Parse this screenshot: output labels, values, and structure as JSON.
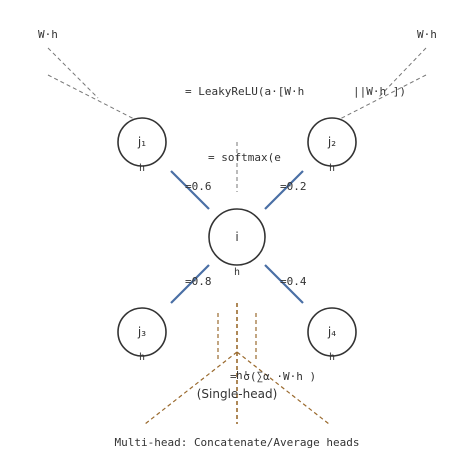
{
  "top_labels": {
    "left": "W·h",
    "right": "W·h"
  },
  "equations": {
    "leaky_relu_left": "= LeakyReLU(a·[W·h",
    "leaky_relu_right": "||W·h ])",
    "softmax": "= softmax(e",
    "softmax_close": ")"
  },
  "nodes": {
    "top_left": {
      "label": "j₁",
      "sub": "h"
    },
    "top_right": {
      "label": "j₂",
      "sub": "h"
    },
    "center": {
      "label": "i",
      "sub": "h"
    },
    "bottom_left": {
      "label": "j₃",
      "sub": "h"
    },
    "bottom_right": {
      "label": "j₄",
      "sub": "h"
    }
  },
  "weights": {
    "top_left": "=0.6",
    "top_right": "=0.2",
    "bottom_left": "=0.8",
    "bottom_right": "=0.4"
  },
  "aggregation": {
    "formula_prefix": "h'",
    "formula": "= σ(∑α  ·W·h  )",
    "caption": "(Single-head)"
  },
  "footer": "Multi-head: Concatenate/Average heads",
  "colors": {
    "edge": "#4a6fa5",
    "attention_dash": "#777777",
    "aggregation_dash": "#9a6a2e",
    "node_stroke": "#333333"
  }
}
